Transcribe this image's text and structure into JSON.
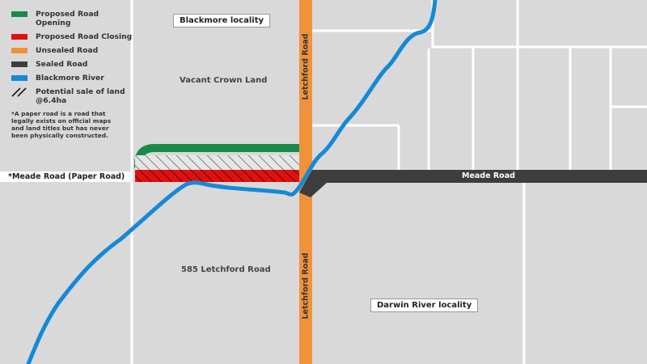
{
  "legend": {
    "items": [
      {
        "label": "Proposed Road Opening",
        "color": "#1a8a4a"
      },
      {
        "label": "Proposed Road Closing",
        "color": "#e01010"
      },
      {
        "label": "Unsealed Road",
        "color": "#f0923a"
      },
      {
        "label": "Sealed Road",
        "color": "#3d3d3d"
      },
      {
        "label": "Blackmore River",
        "color": "#1589d6"
      }
    ],
    "hatch_label": "Potential sale of land @6.4ha",
    "footnote": "*A paper road is a road that legally exists on official maps and land titles but has never been physically constructed."
  },
  "labels": {
    "blackmore_locality": "Blackmore locality",
    "vacant_crown_land": "Vacant Crown Land",
    "paper_road": "*Meade Road (Paper Road)",
    "meade_road": "Meade Road",
    "letchford_road": "Letchford Road",
    "letchford_585": "585 Letchford Road",
    "darwin_river_locality": "Darwin River locality"
  },
  "colors": {
    "background": "#d9d9d9",
    "parcel_line": "#ffffff",
    "unsealed_road": "#f0923a",
    "sealed_road": "#3d3d3d",
    "river": "#1589d6",
    "road_opening": "#1a8a4a",
    "road_closing": "#e01010"
  }
}
